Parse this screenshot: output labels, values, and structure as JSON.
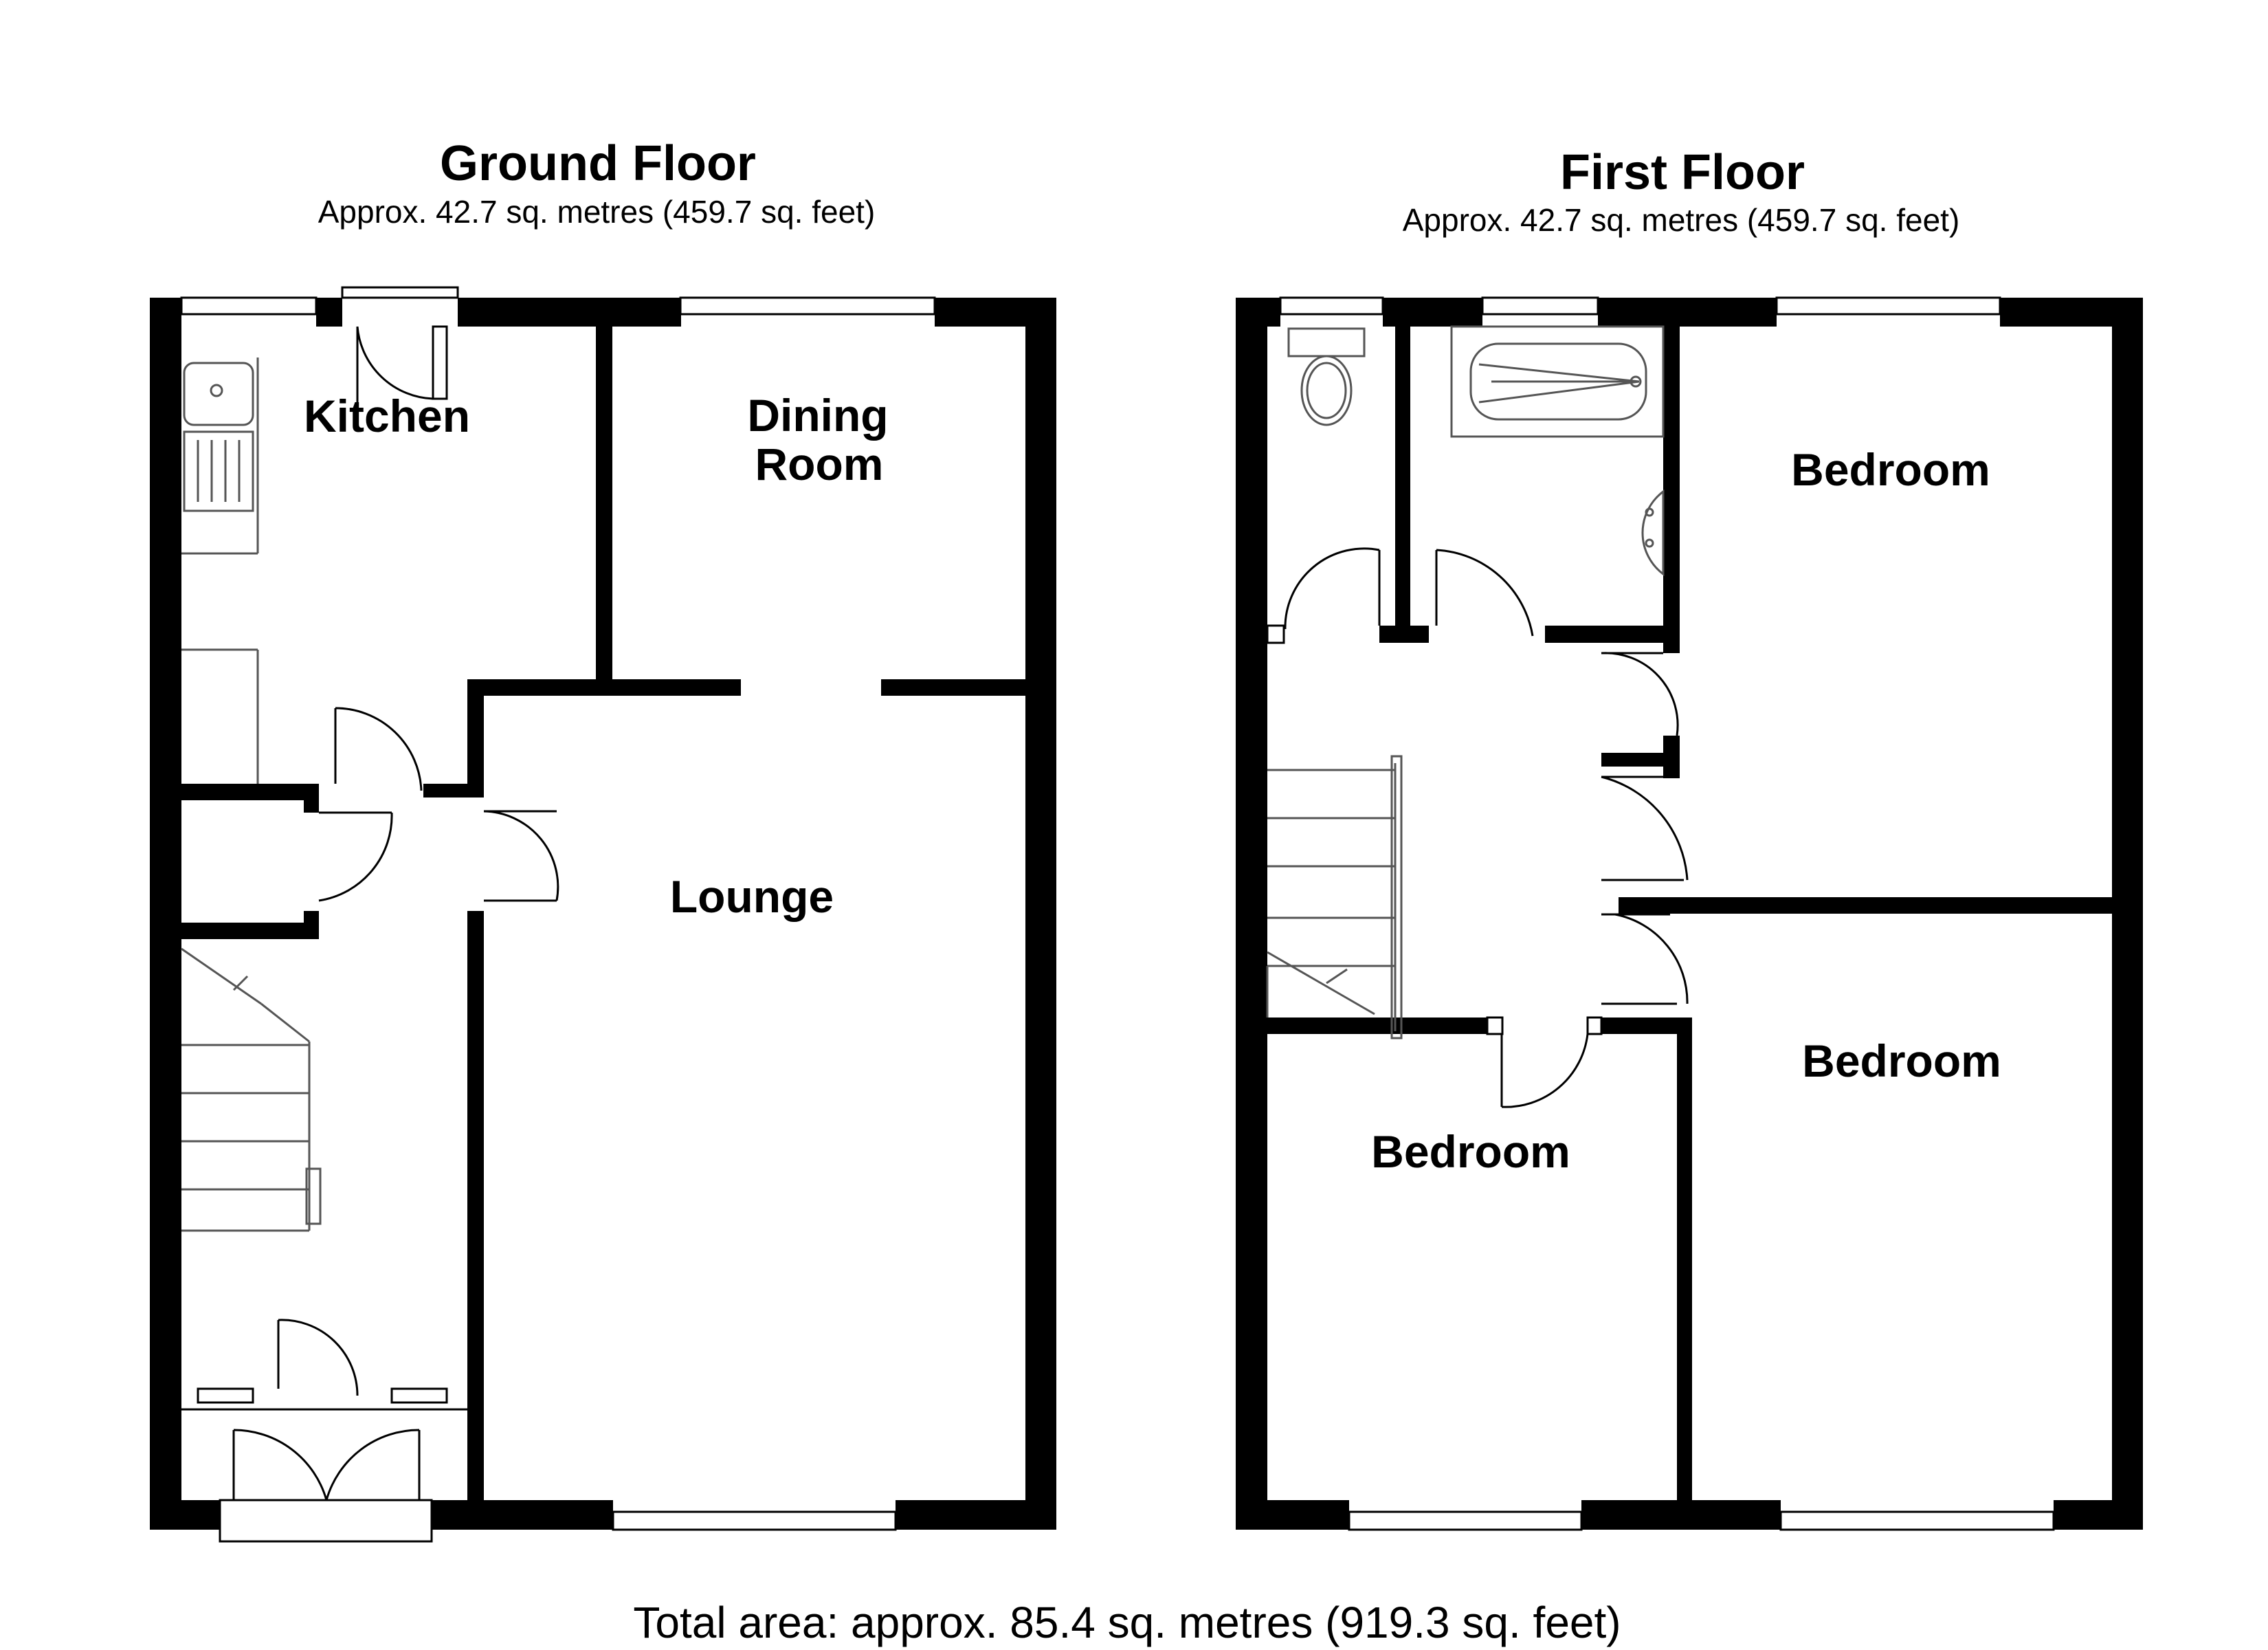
{
  "floors": [
    {
      "title": "Ground Floor",
      "area": "Approx. 42.7 sq. metres (459.7 sq. feet)",
      "rooms": {
        "kitchen": "Kitchen",
        "dining_line1": "Dining",
        "dining_line2": "Room",
        "lounge": "Lounge"
      }
    },
    {
      "title": "First Floor",
      "area": "Approx. 42.7 sq. metres (459.7 sq. feet)",
      "rooms": {
        "bedroom_rear_right": "Bedroom",
        "bedroom_front_right": "Bedroom",
        "bedroom_front_left": "Bedroom"
      }
    }
  ],
  "total_area": "Total area: approx. 85.4 sq. metres (919.3 sq. feet)",
  "colors": {
    "wall": "#000000",
    "background": "#ffffff",
    "fixture_stroke": "#555555"
  }
}
